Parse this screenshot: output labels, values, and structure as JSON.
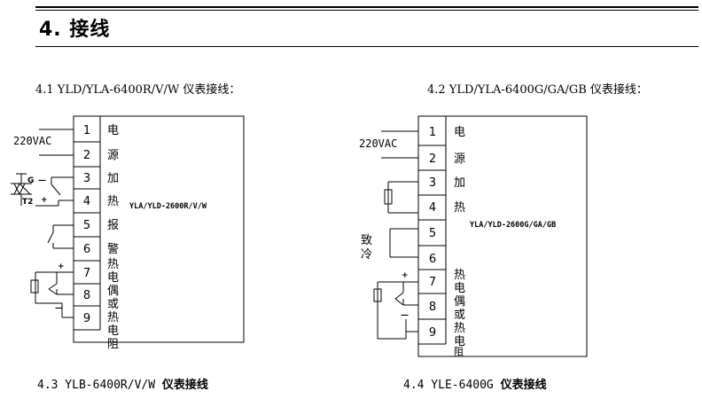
{
  "section": {
    "title": "4.  接线"
  },
  "captions": {
    "c41": "4.1 YLD/YLA-6400R/V/W 仪表接线：",
    "c42": "4.2 YLD/YLA-6400G/GA/GB 仪表接线：",
    "c43_model": "4.3 YLB-6400R/V/W",
    "c43_text": "仪表接线",
    "c44_model": "4.4 YLE-6400G",
    "c44_text": "仪表接线"
  },
  "diagram_left": {
    "model": "YLA/YLD-2600R/V/W",
    "voltage": "220VAC",
    "terminals": [
      "1",
      "2",
      "3",
      "4",
      "5",
      "6",
      "7",
      "8",
      "9"
    ],
    "labels": [
      "电",
      "源",
      "加",
      "热",
      "报",
      "警",
      "热",
      "电",
      "偶",
      "或",
      "热",
      "电",
      "阻"
    ],
    "ssr_g": "G",
    "ssr_minus": "—",
    "ssr_t2": "T2",
    "ssr_plus": "+",
    "tc_plus": "+",
    "tc_minus": "—"
  },
  "diagram_right": {
    "model": "YLA/YLD-2600G/GA/GB",
    "voltage": "220VAC",
    "terminals": [
      "1",
      "2",
      "3",
      "4",
      "5",
      "6",
      "7",
      "8",
      "9"
    ],
    "labels_top": [
      "电",
      "源",
      "加",
      "热"
    ],
    "labels_bottom": [
      "热",
      "电",
      "偶",
      "或",
      "热",
      "电",
      "阻"
    ],
    "cooling": [
      "致",
      "冷"
    ],
    "tc_plus": "+",
    "tc_minus": "—"
  }
}
